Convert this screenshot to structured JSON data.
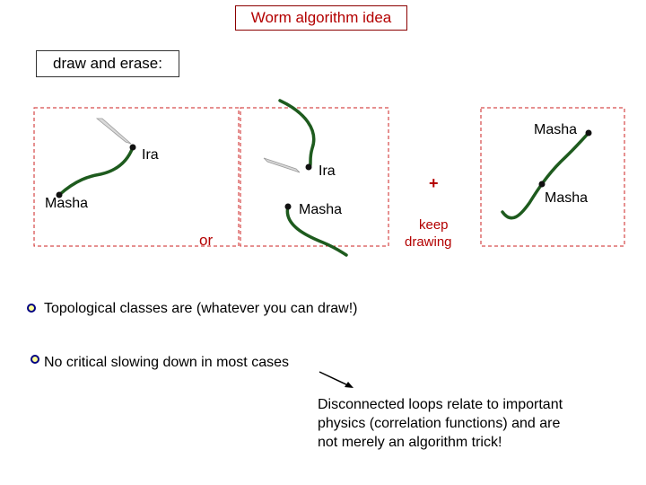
{
  "title": "Worm algorithm idea",
  "subtitle": "draw  and erase:",
  "panel1": {
    "ira": "Ira",
    "masha": "Masha"
  },
  "panel2": {
    "ira": "Ira",
    "masha": "Masha"
  },
  "panel3": {
    "masha_top": "Masha",
    "masha_bottom": "Masha"
  },
  "or_label": "or",
  "plus_label": "+",
  "keep_drawing": [
    "keep",
    "drawing"
  ],
  "bullets": [
    "Topological classes are (whatever you can draw!)",
    "No critical slowing down in most cases"
  ],
  "note_lines": [
    "Disconnected loops relate to important",
    "physics (correlation functions) and are",
    "not merely an algorithm trick!"
  ],
  "colors": {
    "worm": "#1e5b1e",
    "box_border": "#cc2222",
    "title": "#b30000",
    "bullet": "#000080"
  }
}
